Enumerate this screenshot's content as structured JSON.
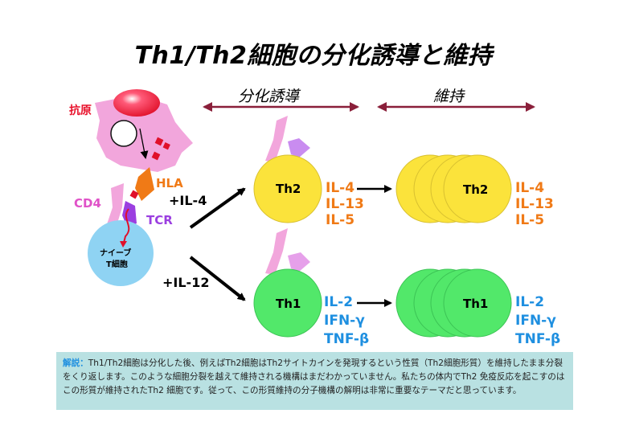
{
  "title": "Th1/Th2細胞の分化誘導と維持",
  "phases": {
    "induction": "分化誘導",
    "maintenance": "維持"
  },
  "labels": {
    "antigen": "抗原",
    "hla": "HLA",
    "cd4": "CD4",
    "tcr": "TCR",
    "naive_line1": "ナイーブ",
    "naive_line2": "T細胞",
    "il4_stim": "+IL-4",
    "il12_stim": "+IL-12",
    "th2": "Th2",
    "th1": "Th1"
  },
  "cytokines": {
    "th2_line1": "IL-4",
    "th2_line2": "IL-13",
    "th2_line3": "IL-5",
    "th1_line1": "IL-2",
    "th1_line2": "IFN-γ",
    "th1_line3": "TNF-β"
  },
  "note": {
    "key": "解説：",
    "text": "Th1/Th2細胞は分化した後、例えばTh2細胞はTh2サイトカインを発現するという性質（Th2細胞形質）を維持したまま分裂をくり返します。このような細胞分裂を越えて維持される機構はまだわかっていません。私たちの体内でTh2 免疫反応を起こすのはこの形質が維持されたTh2 細胞です。従って、この形質維持の分子機構の解明は非常に重要なテーマだと思っています。"
  },
  "colors": {
    "th2_fill": "#fbe33b",
    "th1_fill": "#52e86a",
    "naive_fill": "#8fd3f3",
    "apc_fill": "#f2a6dc",
    "note_bg": "#b9e1e2",
    "arrow_maroon": "#8a1f3a"
  }
}
